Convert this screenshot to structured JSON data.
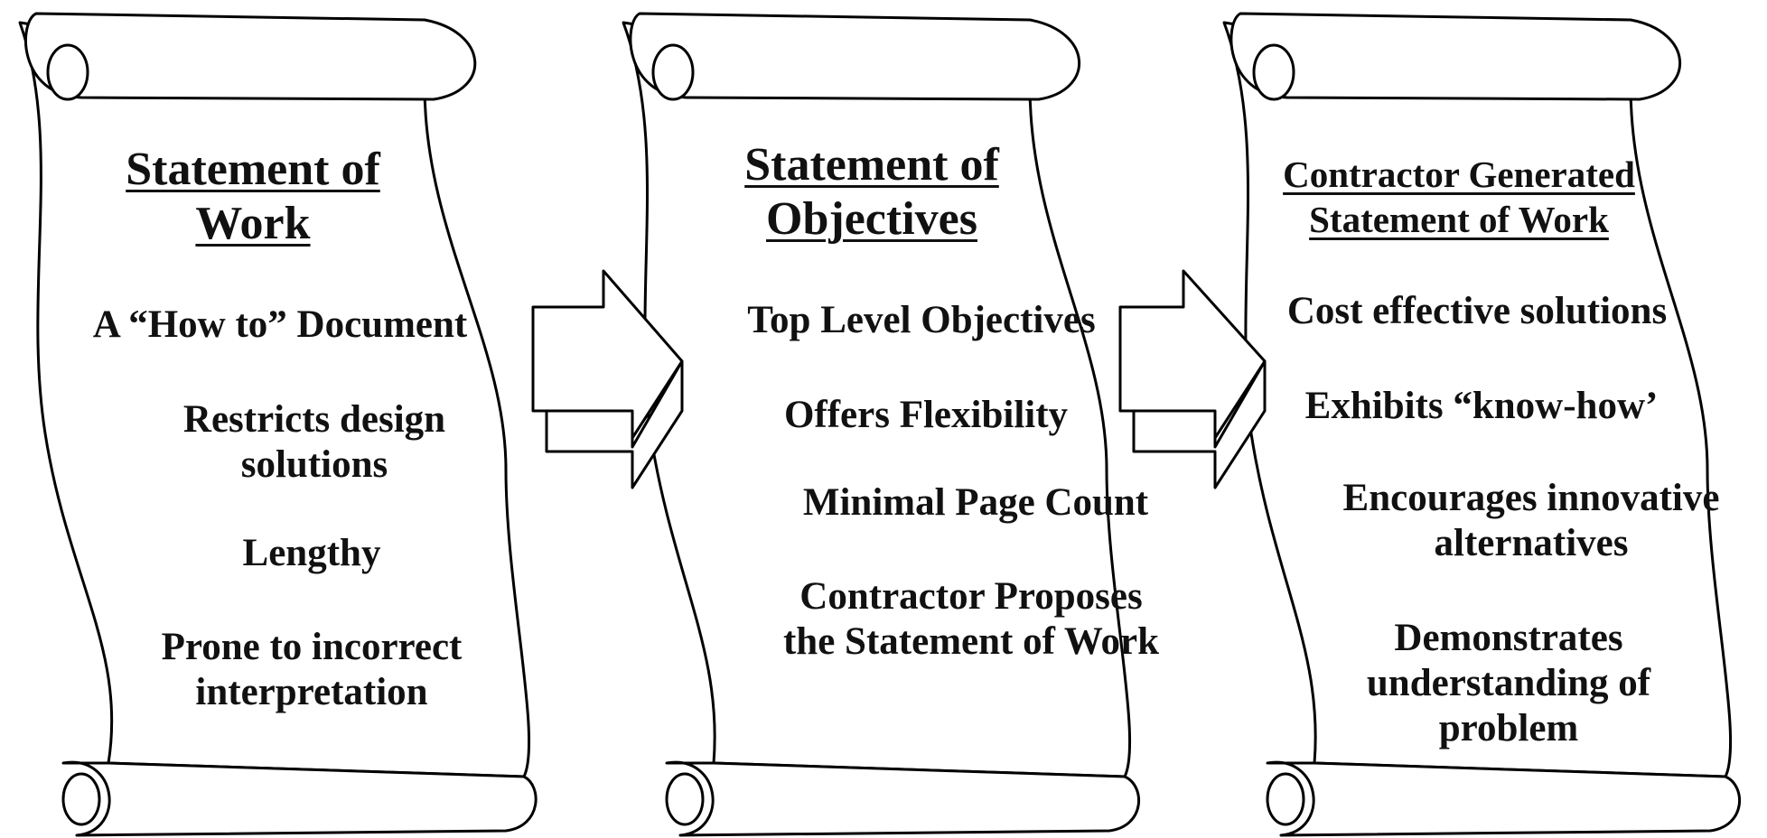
{
  "scrolls": [
    {
      "title": "Statement of\nWork",
      "items": [
        "A “How to” Document",
        "Restricts design\nsolutions",
        "Lengthy",
        "Prone to incorrect\ninterpretation"
      ]
    },
    {
      "title": "Statement of\nObjectives",
      "items": [
        "Top Level Objectives",
        "Offers Flexibility",
        "Minimal Page Count",
        "Contractor Proposes\nthe Statement of Work"
      ]
    },
    {
      "title": "Contractor Generated\nStatement of Work",
      "items": [
        "Cost effective solutions",
        "Exhibits “know-how’",
        "Encourages innovative\nalternatives",
        "Demonstrates\nunderstanding of\nproblem"
      ]
    }
  ],
  "colors": {
    "outline": "#000000",
    "text": "#111111",
    "background": "#ffffff"
  }
}
